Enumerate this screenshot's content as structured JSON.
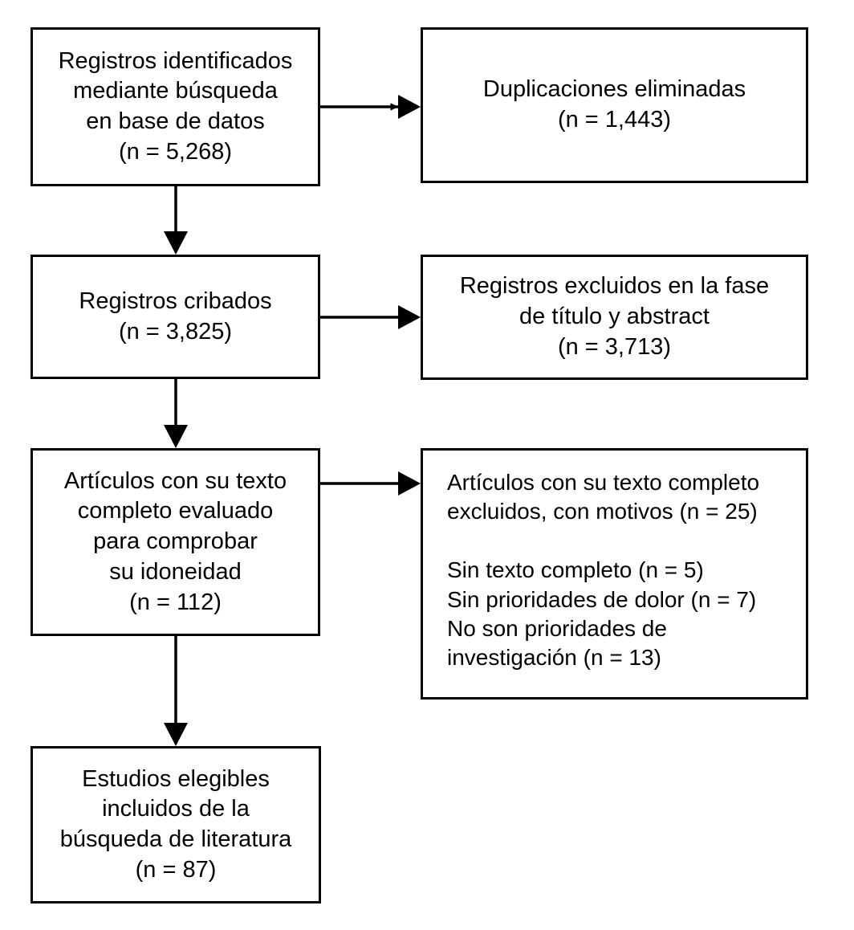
{
  "diagram": {
    "type": "prisma-flow-diagram",
    "language": "es",
    "stroke_color": "#000000",
    "background_color": "#ffffff",
    "boxes": [
      {
        "id": "identified",
        "text": "Registros identificados\nmediante búsqueda\nen base de datos\n(n = 5,268)",
        "n": "5,268"
      },
      {
        "id": "duplicates",
        "text": "Duplicaciones eliminadas\n(n = 1,443)",
        "n": "1,443"
      },
      {
        "id": "screened",
        "text": "Registros cribados\n(n = 3,825)",
        "n": "3,825"
      },
      {
        "id": "excluded_title_abstract",
        "text": "Registros excluidos en la fase\nde título y abstract\n(n = 3,713)",
        "n": "3,713"
      },
      {
        "id": "fulltext_assessed",
        "text": "Artículos con su texto\ncompleto evaluado\npara comprobar\nsu idoneidad\n(n = 112)",
        "n": "112"
      },
      {
        "id": "excluded_reasons",
        "text": "Artículos con su texto completo\nexcluidos, con motivos (n = 25)\n\nSin texto completo (n = 5)\nSin prioridades de dolor (n = 7)\nNo son prioridades de\ninvestigación (n = 13)",
        "n": "25",
        "reasons": [
          {
            "label": "Sin texto completo",
            "n": "5"
          },
          {
            "label": "Sin prioridades de dolor",
            "n": "7"
          },
          {
            "label": "No son prioridades de investigación",
            "n": "13"
          }
        ]
      },
      {
        "id": "included",
        "text": "Estudios elegibles\nincluidos de la\nbúsqueda de literatura\n(n = 87)",
        "n": "87"
      }
    ],
    "arrows": [
      {
        "id": "identified-to-duplicates",
        "direction": "right"
      },
      {
        "id": "identified-to-screened",
        "direction": "down"
      },
      {
        "id": "screened-to-excluded-title",
        "direction": "right"
      },
      {
        "id": "screened-to-fulltext",
        "direction": "down"
      },
      {
        "id": "fulltext-to-excluded-reasons",
        "direction": "right"
      },
      {
        "id": "fulltext-to-included",
        "direction": "down"
      }
    ]
  }
}
